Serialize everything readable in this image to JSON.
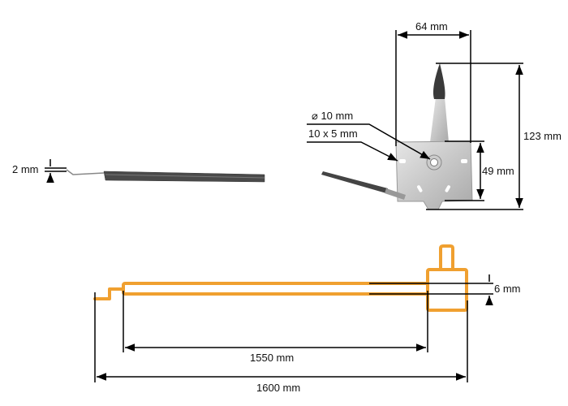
{
  "colors": {
    "cable_outline": "#f0a030",
    "dimension_lines": "#000000"
  },
  "cable_photo": {
    "wire_diameter_label": "2 mm"
  },
  "mechanism_photo": {
    "width_label": "64 mm",
    "height_label": "123 mm",
    "plate_height_label": "49 mm",
    "hole_diameter_label": "⌀ 10 mm",
    "slot_label": "10 x 5 mm"
  },
  "cable_drawing": {
    "gap_label": "6 mm",
    "inner_length_label": "1550 mm",
    "total_length_label": "1600 mm"
  }
}
